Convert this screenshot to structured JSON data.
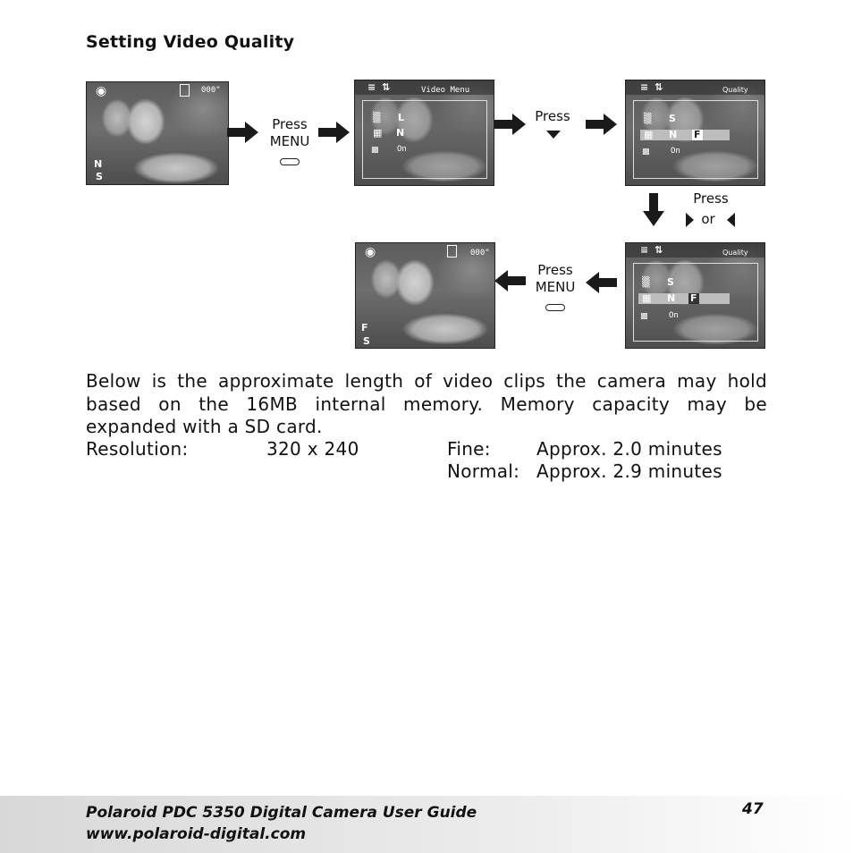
{
  "heading": "Setting Video Quality",
  "steps": {
    "press": "Press",
    "menu": "MENU",
    "or": "or"
  },
  "screens": {
    "s1": {
      "counter": "000\"",
      "q1": "N",
      "q2": "S"
    },
    "s2": {
      "header": "Video Menu",
      "r1": "L",
      "r2": "N",
      "r3": "On"
    },
    "s3": {
      "header": "Quality",
      "r1": "S",
      "r2a": "N",
      "r2b": "F",
      "r3": "On"
    },
    "s4": {
      "header": "Quality",
      "r1": "S",
      "r2a": "N",
      "r2b": "F",
      "r3": "On"
    },
    "s5": {
      "counter": "000\"",
      "q1": "F",
      "q2": "S"
    }
  },
  "body": {
    "line1": "Below is the approximate length of video clips the camera may hold",
    "line2": "based on the 16MB internal memory. Memory capacity may be",
    "line3": "expanded with a SD card.",
    "res_label": "Resolution:",
    "res_value": "320 x 240",
    "fine_label": "Fine:",
    "fine_value": "Approx. 2.0 minutes",
    "normal_label": "Normal:",
    "normal_value": "Approx. 2.9 minutes"
  },
  "footer": {
    "guide": "Polaroid PDC 5350 Digital Camera User Guide",
    "url": "www.polaroid-digital.com",
    "page": "47"
  }
}
